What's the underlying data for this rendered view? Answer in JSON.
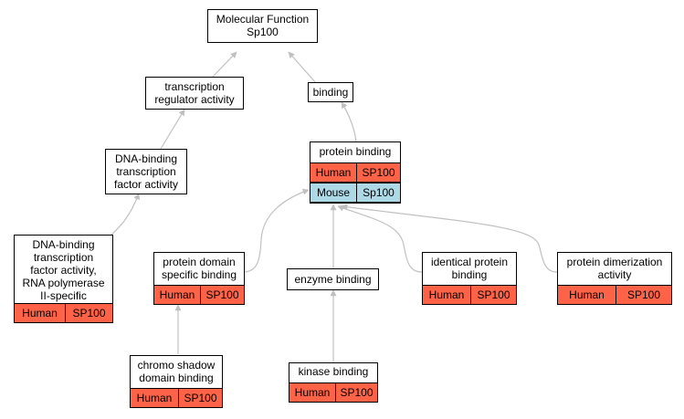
{
  "colors": {
    "human": "#ff6347",
    "mouse": "#add8e6",
    "edge": "#c0c0c0"
  },
  "nodes": {
    "root": {
      "title": "Molecular Function\nSp100"
    },
    "transcription_regulator": {
      "title": "transcription\nregulator activity"
    },
    "binding": {
      "title": "binding"
    },
    "dna_binding_tf": {
      "title": "DNA-binding\ntranscription\nfactor activity"
    },
    "protein_binding": {
      "title": "protein binding",
      "rows": [
        {
          "organism": "Human",
          "gene": "SP100"
        },
        {
          "organism": "Mouse",
          "gene": "Sp100"
        }
      ]
    },
    "dna_binding_rnapii": {
      "title": "DNA-binding\ntranscription\nfactor activity,\nRNA polymerase\nII-specific",
      "rows": [
        {
          "organism": "Human",
          "gene": "SP100"
        }
      ]
    },
    "protein_domain": {
      "title": "protein domain\nspecific binding",
      "rows": [
        {
          "organism": "Human",
          "gene": "SP100"
        }
      ]
    },
    "enzyme_binding": {
      "title": "enzyme binding"
    },
    "identical_protein": {
      "title": "identical protein\nbinding",
      "rows": [
        {
          "organism": "Human",
          "gene": "SP100"
        }
      ]
    },
    "protein_dimerization": {
      "title": "protein dimerization\nactivity",
      "rows": [
        {
          "organism": "Human",
          "gene": "SP100"
        }
      ]
    },
    "chromo_shadow": {
      "title": "chromo shadow\ndomain binding",
      "rows": [
        {
          "organism": "Human",
          "gene": "SP100"
        }
      ]
    },
    "kinase_binding": {
      "title": "kinase binding",
      "rows": [
        {
          "organism": "Human",
          "gene": "SP100"
        }
      ]
    }
  }
}
